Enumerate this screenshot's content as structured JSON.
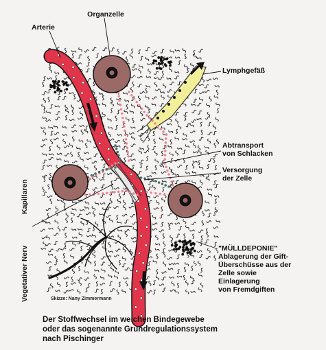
{
  "labels": {
    "arterie": "Arterie",
    "organzelle": "Organzelle",
    "lymphgefaess": "Lymphgefäß",
    "abtransport": [
      "Abtransport",
      "von Schlacken"
    ],
    "versorgung": [
      "Versorgung",
      "der Zelle"
    ],
    "kapillaren": "Kapillaren",
    "vegetativer_nerv": "Vegetativer Nerv",
    "muelldeponie": [
      "\"MÜLLDEPONIE\"",
      "Ablagerung der Gift-",
      "Überschüsse aus der",
      "Zelle sowie",
      "Einlagerung",
      "von Fremdgiften"
    ]
  },
  "credit": "Skizze: Nany Zimmermann",
  "caption": [
    "Der Stoffwechsel im weichen Bindegewebe",
    "oder das sogenannte Grundregulationssystem",
    "nach Pischinger"
  ],
  "colors": {
    "artery": "#e0354b",
    "cell": "#9c6a66",
    "lymph": "#f2ef9a",
    "dots_red": "#e9848f",
    "dots_green": "#4a6e68",
    "ink": "#111111"
  }
}
